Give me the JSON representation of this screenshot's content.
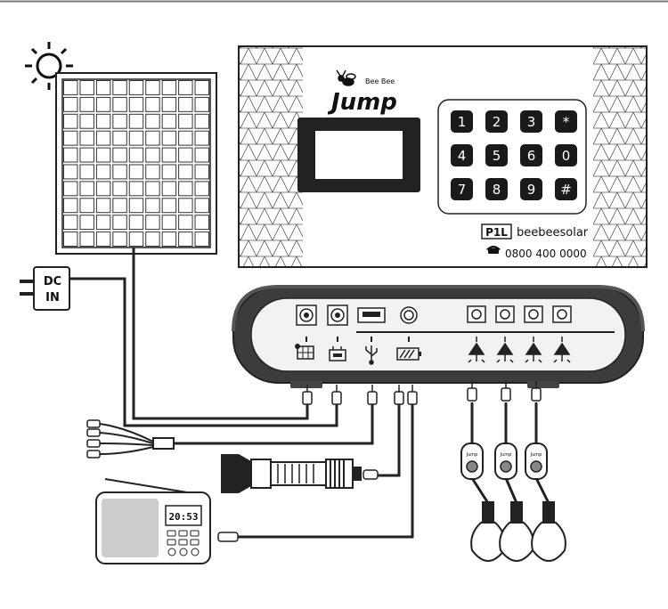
{
  "logo": {
    "small": "Bee Bee",
    "brand": "Jump"
  },
  "keypad": {
    "keys": [
      "1",
      "2",
      "3",
      "*",
      "4",
      "5",
      "6",
      "0",
      "7",
      "8",
      "9",
      "#"
    ]
  },
  "model": "P1L",
  "brand_name": "beebeesolar",
  "phone": "0800 400 0000",
  "dc_in": {
    "line1": "DC",
    "line2": "IN"
  },
  "radio": {
    "display": "20:53"
  },
  "lamp_tag": "Jump",
  "icons": {
    "sun": "sun-icon",
    "solar_panel": "solar-panel-icon",
    "charger": "charger-icon",
    "usb": "usb-icon",
    "battery": "battery-icon",
    "lamp": "lamp-icon",
    "bee": "bee-icon",
    "phone": "phone-icon"
  },
  "colors": {
    "line": "#222222",
    "case": "#3c3c3c",
    "panel": "#f2f2f2"
  }
}
